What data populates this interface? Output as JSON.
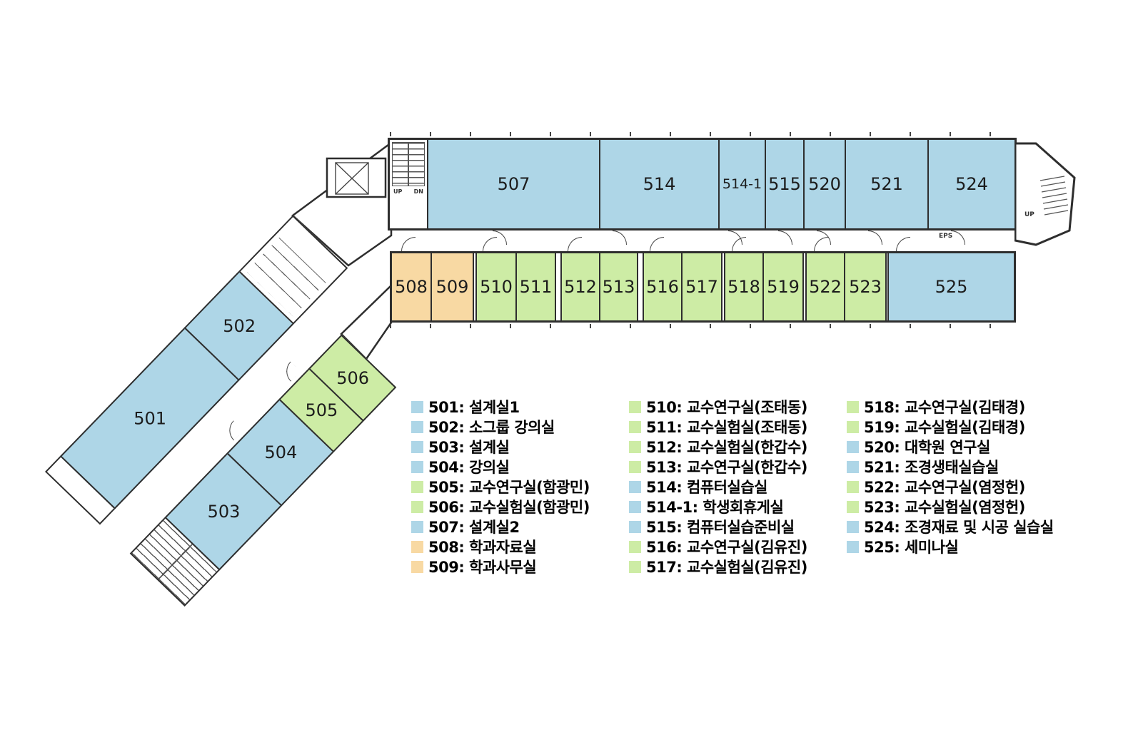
{
  "colors": {
    "blue": "#aed6e7",
    "green": "#cdeca5",
    "orange": "#f8d9a3",
    "wall": "#2e2e2e"
  },
  "plan": {
    "rooms": {
      "501": {
        "label": "501",
        "color": "blue"
      },
      "502": {
        "label": "502",
        "color": "blue"
      },
      "503": {
        "label": "503",
        "color": "blue"
      },
      "504": {
        "label": "504",
        "color": "blue"
      },
      "505": {
        "label": "505",
        "color": "green"
      },
      "506": {
        "label": "506",
        "color": "green"
      },
      "507": {
        "label": "507",
        "color": "blue"
      },
      "508": {
        "label": "508",
        "color": "orange"
      },
      "509": {
        "label": "509",
        "color": "orange"
      },
      "510": {
        "label": "510",
        "color": "green"
      },
      "511": {
        "label": "511",
        "color": "green"
      },
      "512": {
        "label": "512",
        "color": "green"
      },
      "513": {
        "label": "513",
        "color": "green"
      },
      "514": {
        "label": "514",
        "color": "blue"
      },
      "514_1": {
        "label": "514-1",
        "color": "blue"
      },
      "515": {
        "label": "515",
        "color": "blue"
      },
      "516": {
        "label": "516",
        "color": "green"
      },
      "517": {
        "label": "517",
        "color": "green"
      },
      "518": {
        "label": "518",
        "color": "green"
      },
      "519": {
        "label": "519",
        "color": "green"
      },
      "520": {
        "label": "520",
        "color": "blue"
      },
      "521": {
        "label": "521",
        "color": "blue"
      },
      "522": {
        "label": "522",
        "color": "green"
      },
      "523": {
        "label": "523",
        "color": "green"
      },
      "524": {
        "label": "524",
        "color": "blue"
      },
      "525": {
        "label": "525",
        "color": "blue"
      }
    },
    "labels": {
      "up": "UP",
      "dn": "DN",
      "eps": "EPS"
    }
  },
  "legend": {
    "columns": [
      {
        "items": [
          {
            "id": "501",
            "text": "501: 설계실1",
            "color": "blue"
          },
          {
            "id": "502",
            "text": "502: 소그룹 강의실",
            "color": "blue"
          },
          {
            "id": "503",
            "text": "503: 설계실",
            "color": "blue"
          },
          {
            "id": "504",
            "text": "504: 강의실",
            "color": "blue"
          },
          {
            "id": "505",
            "text": "505: 교수연구실(함광민)",
            "color": "green"
          },
          {
            "id": "506",
            "text": "506: 교수실험실(함광민)",
            "color": "green"
          },
          {
            "id": "507",
            "text": "507: 설계실2",
            "color": "blue"
          },
          {
            "id": "508",
            "text": "508: 학과자료실",
            "color": "orange"
          },
          {
            "id": "509",
            "text": "509: 학과사무실",
            "color": "orange"
          }
        ]
      },
      {
        "items": [
          {
            "id": "510",
            "text": "510: 교수연구실(조태동)",
            "color": "green"
          },
          {
            "id": "511",
            "text": "511: 교수실험실(조태동)",
            "color": "green"
          },
          {
            "id": "512",
            "text": "512: 교수실험실(한갑수)",
            "color": "green"
          },
          {
            "id": "513",
            "text": "513: 교수연구실(한갑수)",
            "color": "green"
          },
          {
            "id": "514",
            "text": "514: 컴퓨터실습실",
            "color": "blue"
          },
          {
            "id": "514-1",
            "text": "514-1: 학생회휴게실",
            "color": "blue"
          },
          {
            "id": "515",
            "text": "515: 컴퓨터실습준비실",
            "color": "blue"
          },
          {
            "id": "516",
            "text": "516: 교수연구실(김유진)",
            "color": "green"
          },
          {
            "id": "517",
            "text": "517: 교수실험실(김유진)",
            "color": "green"
          }
        ]
      },
      {
        "items": [
          {
            "id": "518",
            "text": "518: 교수연구실(김태경)",
            "color": "green"
          },
          {
            "id": "519",
            "text": "519: 교수실험실(김태경)",
            "color": "green"
          },
          {
            "id": "520",
            "text": "520: 대학원 연구실",
            "color": "blue"
          },
          {
            "id": "521",
            "text": "521: 조경생태실습실",
            "color": "blue"
          },
          {
            "id": "522",
            "text": "522: 교수연구실(염정헌)",
            "color": "green"
          },
          {
            "id": "523",
            "text": "523: 교수실험실(염정헌)",
            "color": "green"
          },
          {
            "id": "524",
            "text": "524: 조경재료 및 시공 실습실",
            "color": "blue"
          },
          {
            "id": "525",
            "text": "525: 세미나실",
            "color": "blue"
          }
        ]
      }
    ]
  }
}
